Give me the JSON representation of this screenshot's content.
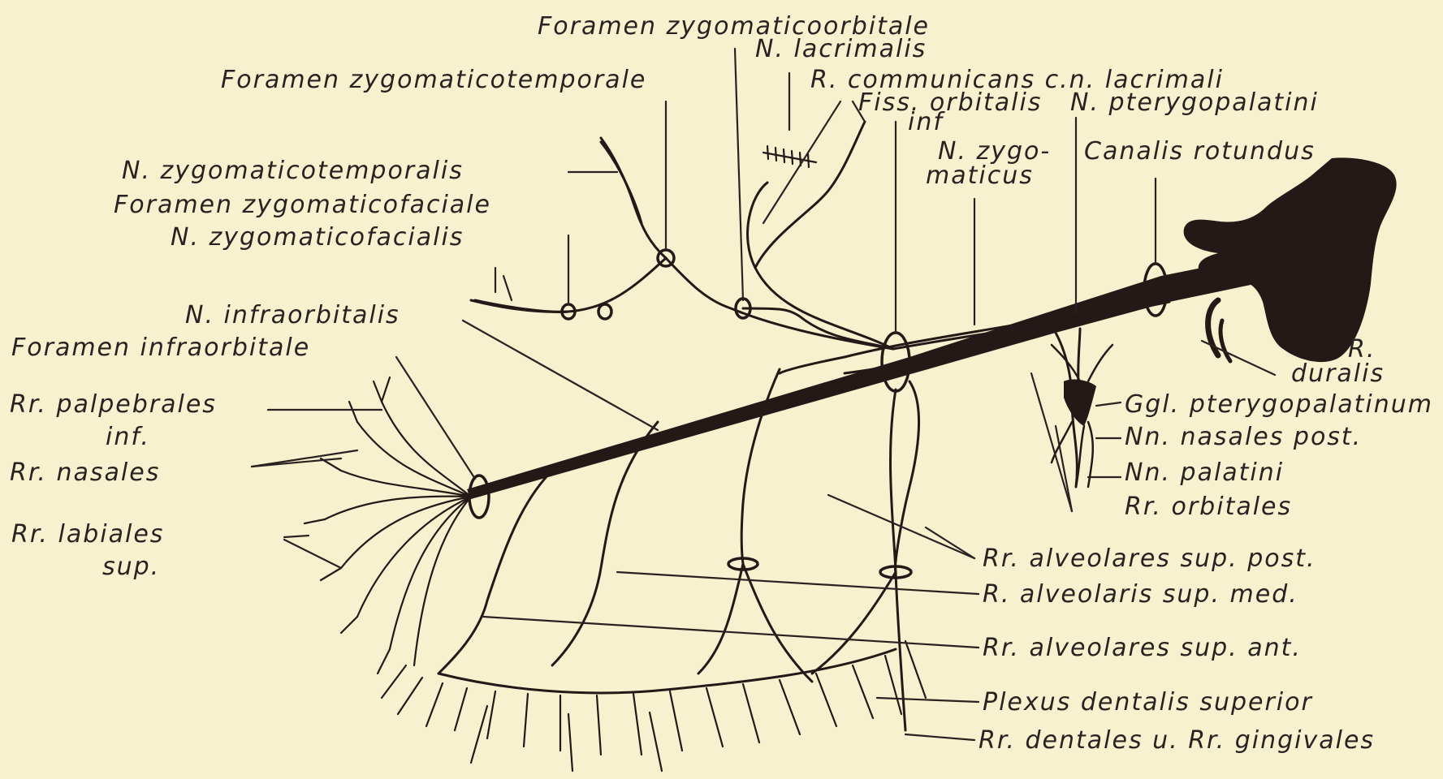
{
  "labels": {
    "foramen_zygomaticoorbitale": "Foramen zygomaticoorbitale",
    "n_lacrimalis": "N. lacrimalis",
    "foramen_zygomaticotemporale": "Foramen zygomaticotemporale",
    "r_communicans": "R. communicans c.n. lacrimali",
    "fiss_orbitalis": "Fiss. orbitalis",
    "inf_fiss": "inf",
    "n_pterygopalatini": "N. pterygopalatini",
    "n_zygomaticus_1": "N. zygo-",
    "n_zygomaticus_2": "maticus",
    "canalis_rotundus": "Canalis rotundus",
    "n_zygomaticotemporalis": "N. zygomaticotemporalis",
    "foramen_zygomaticofaciale": "Foramen zygomaticofaciale",
    "n_zygomaticofacialis": "N. zygomaticofacialis",
    "n_infraorbitalis": "N. infraorbitalis",
    "foramen_infraorbitale": "Foramen infraorbitale",
    "rr_palpebrales": "Rr. palpebrales",
    "rr_palpebrales_inf": "inf.",
    "rr_nasales": "Rr. nasales",
    "rr_labiales": "Rr. labiales",
    "rr_labiales_sup": "sup.",
    "r_label": "R.",
    "duralis": "duralis",
    "ggl_pterygopalatinum": "Ggl. pterygopalatinum",
    "nn_nasales_post": "Nn. nasales post.",
    "nn_palatini": "Nn. palatini",
    "rr_orbitales": "Rr. orbitales",
    "rr_alveolares_sup_post": "Rr. alveolares sup. post.",
    "r_alveolaris_sup_med": "R. alveolaris sup. med.",
    "rr_alveolares_sup_ant": "Rr. alveolares sup. ant.",
    "plexus_dentalis_superior": "Plexus dentalis superior",
    "rr_dentales_gingivales": "Rr. dentales u. Rr. gingivales"
  },
  "colors": {
    "paper": "#f6f1cf",
    "ink": "#231a18"
  }
}
